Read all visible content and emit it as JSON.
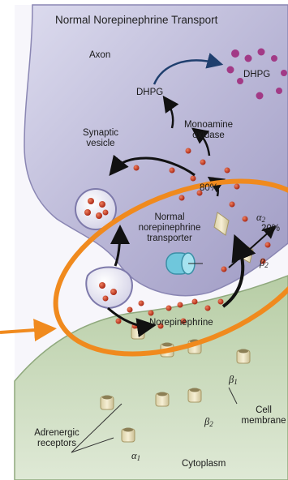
{
  "title": "Normal Norepinephrine Transport",
  "labels": {
    "axon": "Axon",
    "dhpg_left": "DHPG",
    "dhpg_right": "DHPG",
    "monoamine_oxidase": [
      "Monoamine",
      "oxidase"
    ],
    "synaptic_vesicle": [
      "Synaptic",
      "vesicle"
    ],
    "net": [
      "Normal",
      "norepinephrine",
      "transporter"
    ],
    "pct_80": "80%",
    "pct_20": "20%",
    "norepinephrine": "Norepinephrine",
    "alpha2_sym": "α",
    "alpha2_sub": "2",
    "beta2_top_sym": "β",
    "beta2_top_sub": "2",
    "beta1_sym": "β",
    "beta1_sub": "1",
    "beta2_bottom_sym": "β",
    "beta2_bottom_sub": "2",
    "alpha1_sym": "α",
    "alpha1_sub": "1",
    "cell_membrane": [
      "Cell",
      "membrane"
    ],
    "adrenergic_receptors": [
      "Adrenergic",
      "receptors"
    ],
    "cytoplasm": "Cytoplasm"
  },
  "colors": {
    "highlight": "#f08a1e",
    "axon_fill": "#b9b6d6",
    "cell_fill": "#c7d8b8",
    "molecule": "#b32d1e",
    "dhpg_molecule": "#a23a86",
    "transporter": "#6fc7dc"
  }
}
